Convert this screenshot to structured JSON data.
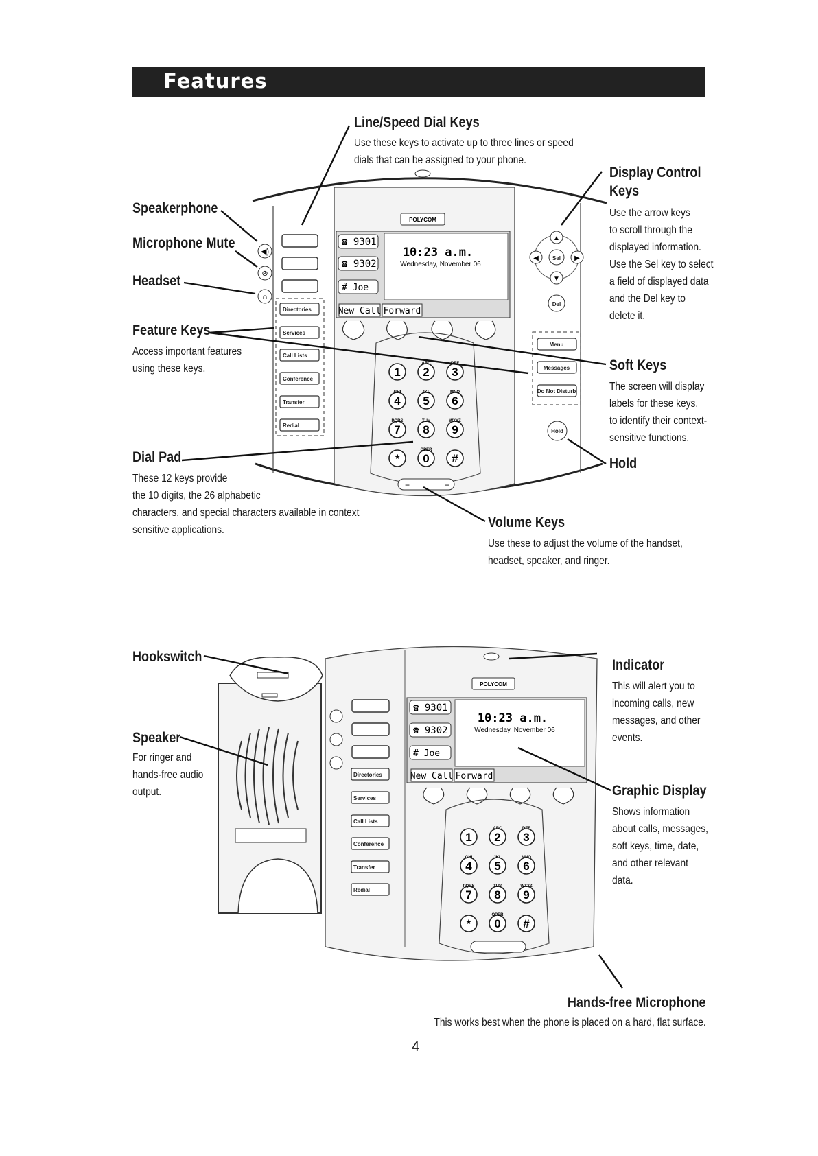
{
  "banner": {
    "title": "Features"
  },
  "top": {
    "line_speed": {
      "label": "Line/Speed Dial Keys",
      "desc": [
        "Use these keys to activate up to three lines or speed",
        "dials that can be assigned to your phone."
      ]
    },
    "display_control": {
      "label": [
        "Display Control",
        "Keys"
      ],
      "desc": [
        "Use the arrow keys",
        "to scroll through the",
        "displayed information.",
        "Use the Sel key to select",
        "a field of displayed data",
        "and the Del key to",
        "delete it."
      ]
    },
    "speakerphone": {
      "label": "Speakerphone"
    },
    "mic_mute": {
      "label": "Microphone Mute"
    },
    "headset": {
      "label": "Headset"
    },
    "feature_keys": {
      "label": "Feature Keys",
      "desc": [
        "Access important features",
        "using these keys."
      ]
    },
    "soft_keys": {
      "label": "Soft Keys",
      "desc": [
        "The screen will display",
        "labels for these keys,",
        "to identify their context-",
        "sensitive functions."
      ]
    },
    "hold": {
      "label": "Hold"
    },
    "dial_pad": {
      "label": "Dial Pad",
      "desc": [
        "These 12 keys provide",
        "the 10 digits, the 26 alphabetic",
        "characters, and special characters available in context",
        "sensitive applications."
      ]
    },
    "volume": {
      "label": "Volume Keys",
      "desc": [
        "Use these to adjust the volume of the handset,",
        "headset, speaker, and ringer."
      ]
    }
  },
  "bottom": {
    "hookswitch": {
      "label": "Hookswitch"
    },
    "indicator": {
      "label": "Indicator",
      "desc": [
        "This will alert you to",
        "incoming calls, new",
        "messages, and other",
        "events."
      ]
    },
    "speaker": {
      "label": "Speaker",
      "desc": [
        "For ringer and",
        "hands-free audio",
        "output."
      ]
    },
    "graphic_display": {
      "label": "Graphic Display",
      "desc": [
        "Shows information",
        "about calls, messages,",
        "soft keys, time, date,",
        "and other relevant",
        "data."
      ]
    },
    "handsfree": {
      "label": "Hands-free Microphone",
      "desc": "This works best when the phone is placed on a hard, flat surface."
    }
  },
  "phone": {
    "brand": "POLYCOM",
    "lines": [
      "9301",
      "9302",
      "Joe"
    ],
    "time": "10:23 a.m.",
    "date": "Wednesday, November 06",
    "softkeys": [
      "New Call",
      "Forward"
    ],
    "feature_keys": [
      "Directories",
      "Services",
      "Call Lists",
      "Conference",
      "Transfer",
      "Redial"
    ],
    "right_keys": [
      "Menu",
      "Messages",
      "Do Not Disturb"
    ],
    "hold_key": "Hold",
    "sel_key": "Sel",
    "del_key": "Del",
    "dialpad": [
      {
        "d": "1",
        "l": ""
      },
      {
        "d": "2",
        "l": "ABC"
      },
      {
        "d": "3",
        "l": "DEF"
      },
      {
        "d": "4",
        "l": "GHI"
      },
      {
        "d": "5",
        "l": "JKL"
      },
      {
        "d": "6",
        "l": "MNO"
      },
      {
        "d": "7",
        "l": "PQRS"
      },
      {
        "d": "8",
        "l": "TUV"
      },
      {
        "d": "9",
        "l": "WXYZ"
      },
      {
        "d": "*",
        "l": ""
      },
      {
        "d": "0",
        "l": "OPER"
      },
      {
        "d": "#",
        "l": ""
      }
    ]
  },
  "page_number": "4"
}
